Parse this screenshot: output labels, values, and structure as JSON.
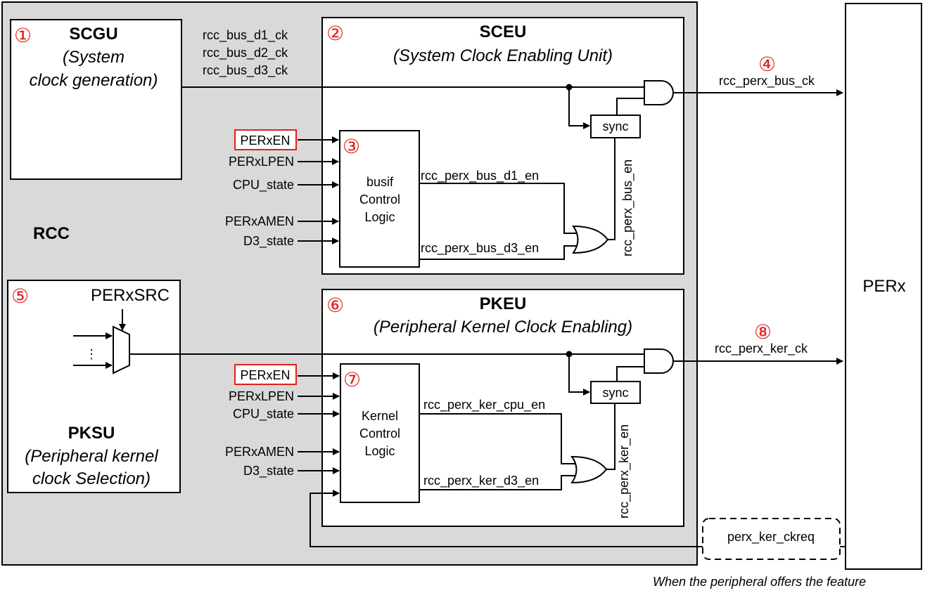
{
  "rcc": {
    "label": "RCC"
  },
  "scgu": {
    "num": "①",
    "title": "SCGU",
    "sub_l1": "(System",
    "sub_l2": "clock generation)",
    "bus_l1": "rcc_bus_d1_ck",
    "bus_l2": "rcc_bus_d2_ck",
    "bus_l3": "rcc_bus_d3_ck"
  },
  "sceu": {
    "num": "②",
    "title": "SCEU",
    "subtitle": "(System Clock Enabling Unit)",
    "sync_label": "sync"
  },
  "busif": {
    "num": "③",
    "l1": "busif",
    "l2": "Control",
    "l3": "Logic",
    "in_perxen": "PERxEN",
    "in_perxlpen": "PERxLPEN",
    "in_cpu_state": "CPU_state",
    "in_perxamen": "PERxAMEN",
    "in_d3_state": "D3_state",
    "out_d1_en": "rcc_perx_bus_d1_en",
    "out_d3_en": "rcc_perx_bus_d3_en",
    "bus_en": "rcc_perx_bus_en"
  },
  "bus_out": {
    "num": "④",
    "label": "rcc_perx_bus_ck"
  },
  "pksu": {
    "num": "⑤",
    "src": "PERxSRC",
    "dots": "⋮",
    "title": "PKSU",
    "sub_l1": "(Peripheral kernel",
    "sub_l2": "clock Selection)"
  },
  "pkeu": {
    "num": "⑥",
    "title": "PKEU",
    "subtitle": "(Peripheral Kernel Clock Enabling)",
    "sync_label": "sync"
  },
  "kernel": {
    "num": "⑦",
    "l1": "Kernel",
    "l2": "Control",
    "l3": "Logic",
    "in_perxen": "PERxEN",
    "in_perxlpen": "PERxLPEN",
    "in_cpu_state": "CPU_state",
    "in_perxamen": "PERxAMEN",
    "in_d3_state": "D3_state",
    "out_cpu_en": "rcc_perx_ker_cpu_en",
    "out_d3_en": "rcc_perx_ker_d3_en",
    "ker_en": "rcc_perx_ker_en"
  },
  "ker_out": {
    "num": "⑧",
    "label": "rcc_perx_ker_ck"
  },
  "perx": {
    "label": "PERx"
  },
  "ckreq": {
    "label": "perx_ker_ckreq",
    "note": "When the peripheral offers the feature"
  },
  "colors": {
    "rcc_bg": "#d9d9d9",
    "accent_red": "#e0201b"
  }
}
